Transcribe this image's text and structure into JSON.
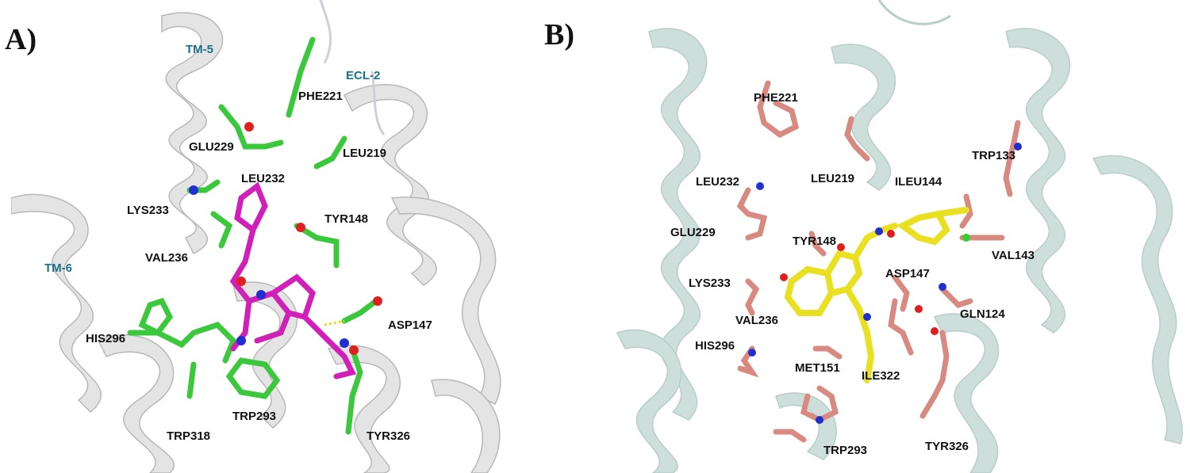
{
  "panel_a": {
    "letter": "A)",
    "region_labels": [
      "TM-5",
      "ECL-2",
      "TM-6"
    ],
    "residue_labels": [
      "PHE221",
      "GLU229",
      "LEU219",
      "LEU232",
      "LYS233",
      "TYR148",
      "VAL236",
      "ASP147",
      "HIS296",
      "TRP293",
      "TRP318",
      "TYR326"
    ]
  },
  "panel_b": {
    "letter": "B)",
    "residue_labels": [
      "PHE221",
      "TRP133",
      "LEU232",
      "LEU219",
      "ILEU144",
      "GLU229",
      "TYR148",
      "VAL143",
      "LYS233",
      "ASP147",
      "GLN124",
      "VAL236",
      "HIS296",
      "MET151",
      "ILE322",
      "TRP293",
      "TYR326"
    ]
  },
  "colors": {
    "ribbon_a": "#e6e6e6",
    "ribbon_b": "#c9dcd8",
    "residues_a": "#3cc83c",
    "ligand_a": "#d020b8",
    "residues_b": "#d98a80",
    "ligand_b": "#e8e020",
    "oxygen": "#e02020",
    "nitrogen": "#2030d0",
    "chlorine": "#30d030"
  }
}
